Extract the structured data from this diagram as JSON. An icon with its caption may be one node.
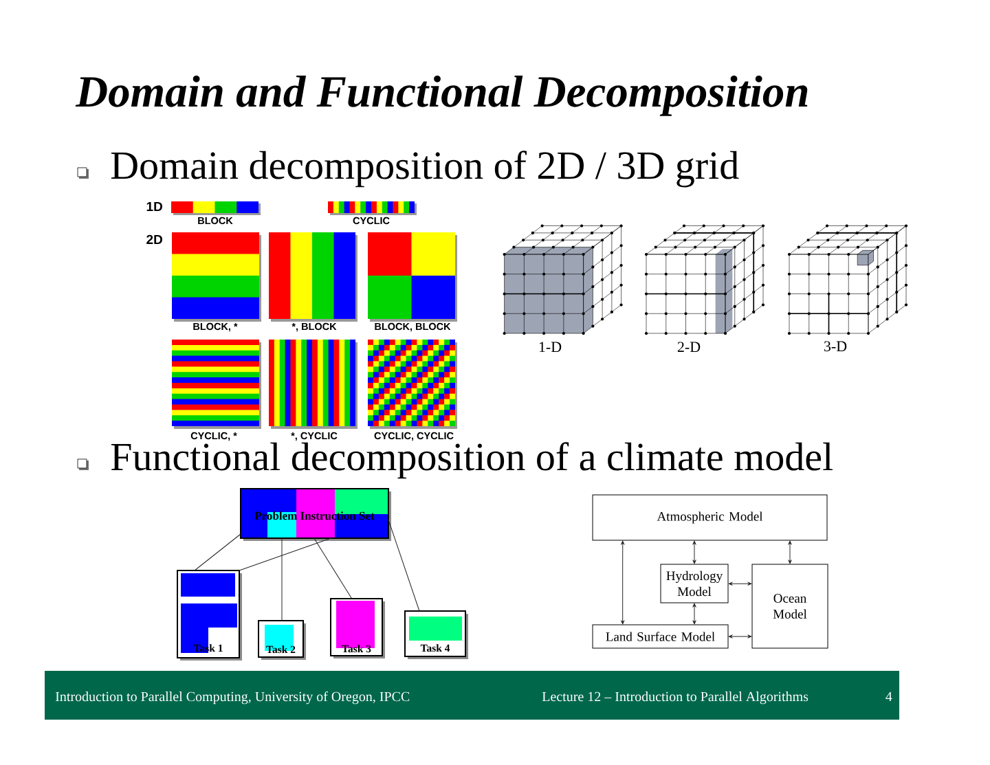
{
  "diagram": {
    "title": "Domain and Functional Decomposition",
    "nodes": [
      {
        "text": [
          "Problem Instruction Set"
        ]
      },
      {
        "text": [
          "Task 1"
        ]
      },
      {
        "text": [
          "Task 2"
        ]
      },
      {
        "text": [
          "Task 3"
        ]
      },
      {
        "text": [
          "Task 4"
        ]
      },
      {
        "text": [
          "Atmospheric Model"
        ]
      },
      {
        "text": [
          "Hydrology Model"
        ]
      },
      {
        "text": [
          "Ocean Model"
        ]
      },
      {
        "text": [
          "Land Surface Model"
        ]
      },
      {
        "text": [
          "Introduction to Parallel Computing, University of Oregon, IPCC",
          "Lecture 12 – Introduction to Parallel Algorithms",
          "4"
        ]
      }
    ],
    "edges": [
      {
        "from": 0,
        "to": 1,
        "arrow": "none"
      },
      {
        "from": 0,
        "to": 1,
        "arrow": "none"
      },
      {
        "from": 0,
        "to": 2,
        "arrow": "none"
      },
      {
        "from": 0,
        "to": 3,
        "arrow": "none"
      },
      {
        "from": 0,
        "to": 4,
        "arrow": "none"
      },
      {
        "from": 5,
        "to": 8,
        "arrow": "both"
      },
      {
        "from": 5,
        "to": 6,
        "arrow": "both"
      },
      {
        "from": 5,
        "to": 7,
        "arrow": "both"
      },
      {
        "from": 6,
        "to": 7,
        "arrow": "both"
      },
      {
        "from": 6,
        "to": 8,
        "arrow": "both"
      },
      {
        "from": 8,
        "to": 7,
        "arrow": "both"
      }
    ],
    "labels": [
      "Domain decomposition of 2D / 3D grid",
      "1D",
      "BLOCK",
      "CYCLIC",
      "2D",
      "BLOCK, *",
      "*, BLOCK",
      "BLOCK, BLOCK",
      "CYCLIC, *",
      "*, CYCLIC",
      "CYCLIC, CYCLIC",
      "1-D",
      "2-D",
      "3-D",
      "Functional decomposition of a climate model"
    ]
  }
}
